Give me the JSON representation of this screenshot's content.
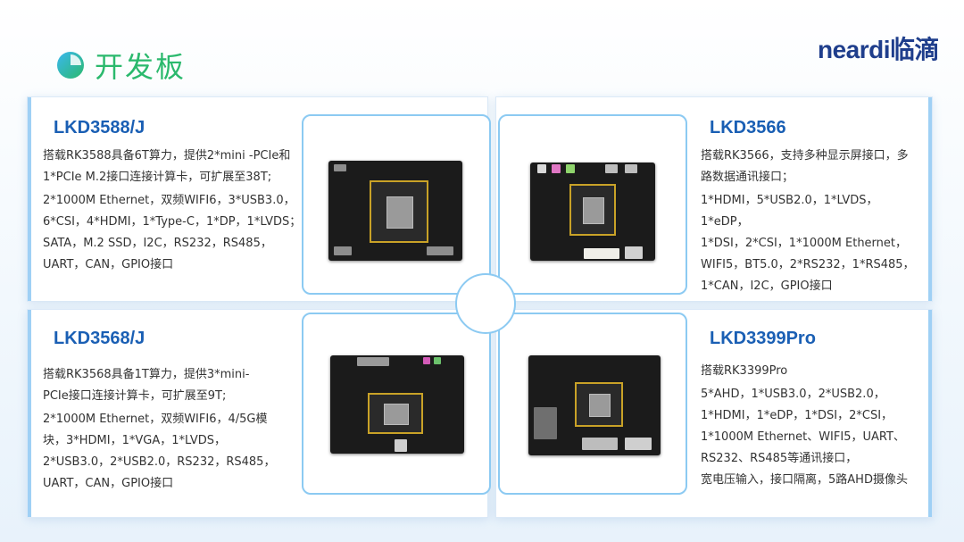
{
  "header": {
    "title": "开发板",
    "logo_text": "neardi临滴"
  },
  "colors": {
    "accent_green": "#2bb96d",
    "accent_blue": "#1a5fb4",
    "frame_blue": "#8ccaf2"
  },
  "boards": [
    {
      "name": "LKD3588/J",
      "lines": [
        "搭载RK3588具备6T算力，提供2*mini -PCIe和",
        "1*PCIe M.2接口连接计算卡，可扩展至38T;",
        "2*1000M Ethernet，双频WIFI6，3*USB3.0，",
        "6*CSI，4*HDMI，1*Type-C，1*DP，1*LVDS；",
        "SATA，M.2 SSD，I2C，RS232，RS485，",
        "UART，CAN，GPIO接口"
      ]
    },
    {
      "name": "LKD3566",
      "lines": [
        "搭载RK3566，支持多种显示屏接口，多",
        "路数据通讯接口；",
        "1*HDMI，5*USB2.0，1*LVDS，1*eDP，",
        "1*DSI，2*CSI，1*1000M Ethernet，",
        "WIFI5，BT5.0，2*RS232，1*RS485，",
        "1*CAN，I2C，GPIO接口"
      ]
    },
    {
      "name": "LKD3568/J",
      "lines": [
        "搭载RK3568具备1T算力，提供3*mini-",
        "PCIe接口连接计算卡，可扩展至9T;",
        "2*1000M Ethernet，双频WIFI6，4/5G模",
        "块，3*HDMI，1*VGA，1*LVDS，",
        "2*USB3.0，2*USB2.0，RS232，RS485，",
        "UART，CAN，GPIO接口"
      ]
    },
    {
      "name": "LKD3399Pro",
      "lines": [
        "搭载RK3399Pro",
        "5*AHD，1*USB3.0，2*USB2.0，",
        "1*HDMI，1*eDP，1*DSI，2*CSI，",
        "1*1000M Ethernet、WIFI5，UART、",
        "RS232、RS485等通讯接口，",
        "宽电压输入，接口隔离，5路AHD摄像头"
      ]
    }
  ]
}
